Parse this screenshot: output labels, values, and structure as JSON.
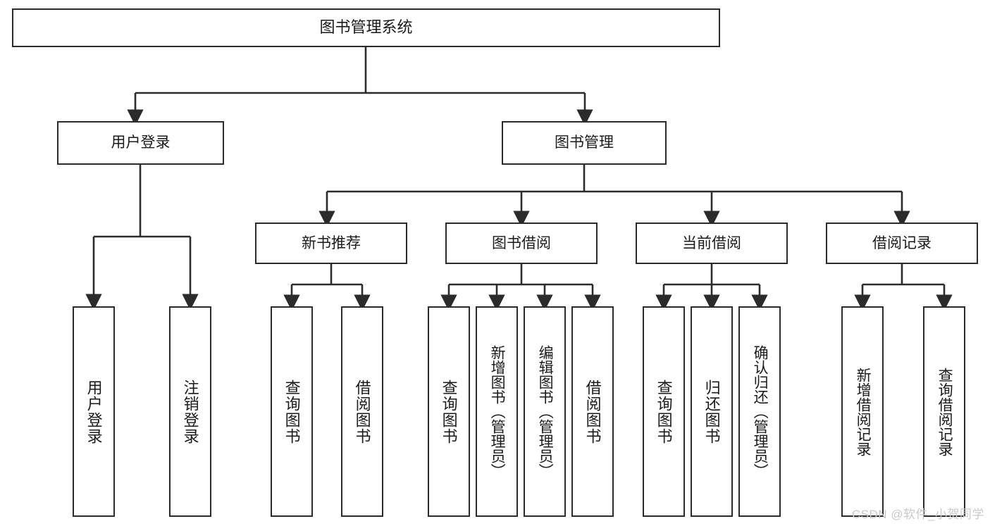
{
  "diagram": {
    "title_node": {
      "label": "图书管理系统"
    },
    "level2": [
      {
        "label": "用户登录"
      },
      {
        "label": "图书管理"
      }
    ],
    "level3": [
      {
        "label": "新书推荐"
      },
      {
        "label": "图书借阅"
      },
      {
        "label": "当前借阅"
      },
      {
        "label": "借阅记录"
      }
    ],
    "leaves": {
      "user_login": [
        {
          "label": "用户登录"
        },
        {
          "label": "注销登录"
        }
      ],
      "new_book": [
        {
          "label": "查询图书"
        },
        {
          "label": "借阅图书"
        }
      ],
      "book_borrow": [
        {
          "label": "查询图书"
        },
        {
          "label": "新增图书（管理员）"
        },
        {
          "label": "编辑图书（管理员）"
        },
        {
          "label": "借阅图书"
        }
      ],
      "current_borrow": [
        {
          "label": "查询图书"
        },
        {
          "label": "归还图书"
        },
        {
          "label": "确认归还（管理员）"
        }
      ],
      "borrow_record": [
        {
          "label": "新增借阅记录"
        },
        {
          "label": "查询借阅记录"
        }
      ]
    },
    "watermark": {
      "text": "CSDN @软件_小贺同学"
    },
    "colors": {
      "stroke": "#2b2b2b",
      "background": "#ffffff",
      "text": "#1a1a1a",
      "watermark": "#c9c9c9"
    }
  }
}
